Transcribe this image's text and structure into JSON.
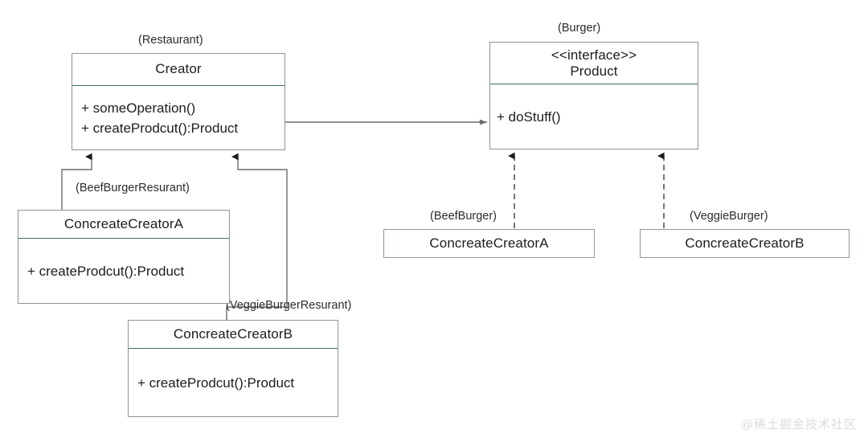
{
  "diagram": {
    "title_watermark": "@稀土掘金技术社区",
    "colors": {
      "box_border": "#8d9694",
      "divider": "#3f6f67",
      "line": "#6b6b6b",
      "text": "#1c1c1c",
      "watermark": "#dcdcdc",
      "background": "#ffffff"
    },
    "classes": {
      "creator": {
        "note": "(Restaurant)",
        "name": "Creator",
        "members": [
          "+ someOperation()",
          "+ createProdcut():Product"
        ]
      },
      "product": {
        "note": "(Burger)",
        "stereotype": "<<interface>>",
        "name": "Product",
        "members": [
          "+ doStuff()"
        ]
      },
      "concrete_creator_a": {
        "note": "(BeefBurgerResurant)",
        "name": "ConcreateCreatorA",
        "members": [
          "+ createProdcut():Product"
        ]
      },
      "concrete_creator_b": {
        "note": "(VeggieBurgerResurant)",
        "name": "ConcreateCreatorB",
        "members": [
          "+ createProdcut():Product"
        ]
      },
      "concrete_product_a": {
        "note": "(BeefBurger)",
        "name": "ConcreateCreatorA"
      },
      "concrete_product_b": {
        "note": "(VeggieBurger)",
        "name": "ConcreateCreatorB"
      }
    },
    "relations": [
      {
        "name": "creator-to-product-association",
        "from": "Creator",
        "to": "Product",
        "style": "solid",
        "arrow": "open"
      },
      {
        "name": "ccA-generalizes-creator",
        "from": "ConcreateCreatorA",
        "to": "Creator",
        "style": "solid",
        "arrow": "hollow-triangle"
      },
      {
        "name": "ccB-generalizes-creator",
        "from": "ConcreateCreatorB",
        "to": "Creator",
        "style": "solid",
        "arrow": "hollow-triangle"
      },
      {
        "name": "beefburger-realizes-product",
        "from": "ConcreateCreatorA",
        "to": "Product",
        "style": "dashed",
        "arrow": "hollow-triangle"
      },
      {
        "name": "veggieburger-realizes-product",
        "from": "ConcreateCreatorB",
        "to": "Product",
        "style": "dashed",
        "arrow": "hollow-triangle"
      }
    ]
  }
}
